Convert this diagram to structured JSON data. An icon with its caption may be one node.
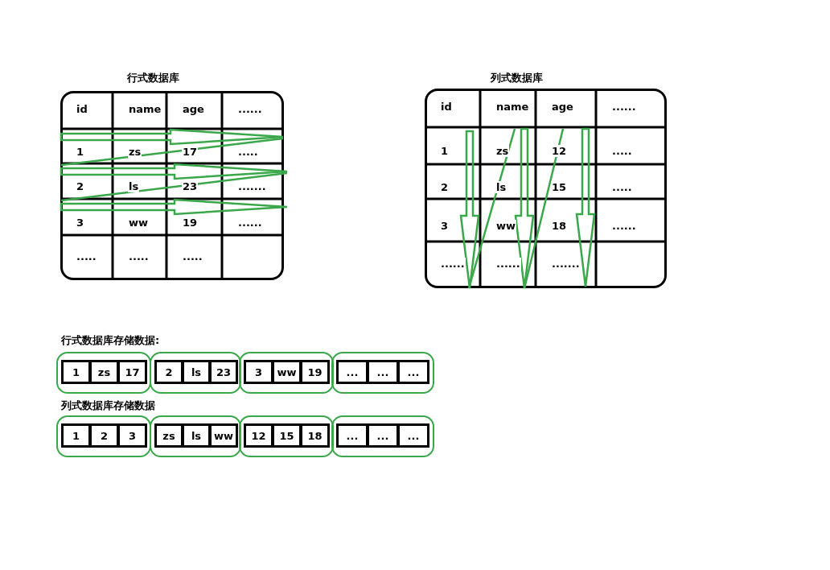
{
  "diagram": {
    "nodes": [
      {
        "text": [
          "1",
          "zs",
          "17"
        ]
      },
      {
        "text": [
          "2",
          "ls",
          "23"
        ]
      },
      {
        "text": [
          "3",
          "ww",
          "19"
        ]
      },
      {
        "text": [
          "...",
          "...",
          "..."
        ]
      },
      {
        "text": [
          "1",
          "2",
          "3"
        ]
      },
      {
        "text": [
          "zs",
          "ls",
          "ww"
        ]
      },
      {
        "text": [
          "12",
          "15",
          "18"
        ]
      },
      {
        "text": [
          "...",
          "...",
          "..."
        ]
      }
    ],
    "labels": [
      "行式数据库",
      "id",
      "name",
      "age",
      "......",
      "1",
      "zs",
      "17",
      ".....",
      "2",
      "ls",
      "23",
      ".......",
      "3",
      "ww",
      "19",
      "......",
      ".....",
      ".....",
      ".....",
      "列式数据库",
      "id",
      "name",
      "age",
      "......",
      "1",
      "zs",
      "12",
      ".....",
      "2",
      "ls",
      "15",
      ".....",
      "3",
      "ww",
      "18",
      "......",
      "......",
      "......",
      ".......",
      "行式数据库存储数据:",
      "列式数据库存储数据"
    ]
  }
}
